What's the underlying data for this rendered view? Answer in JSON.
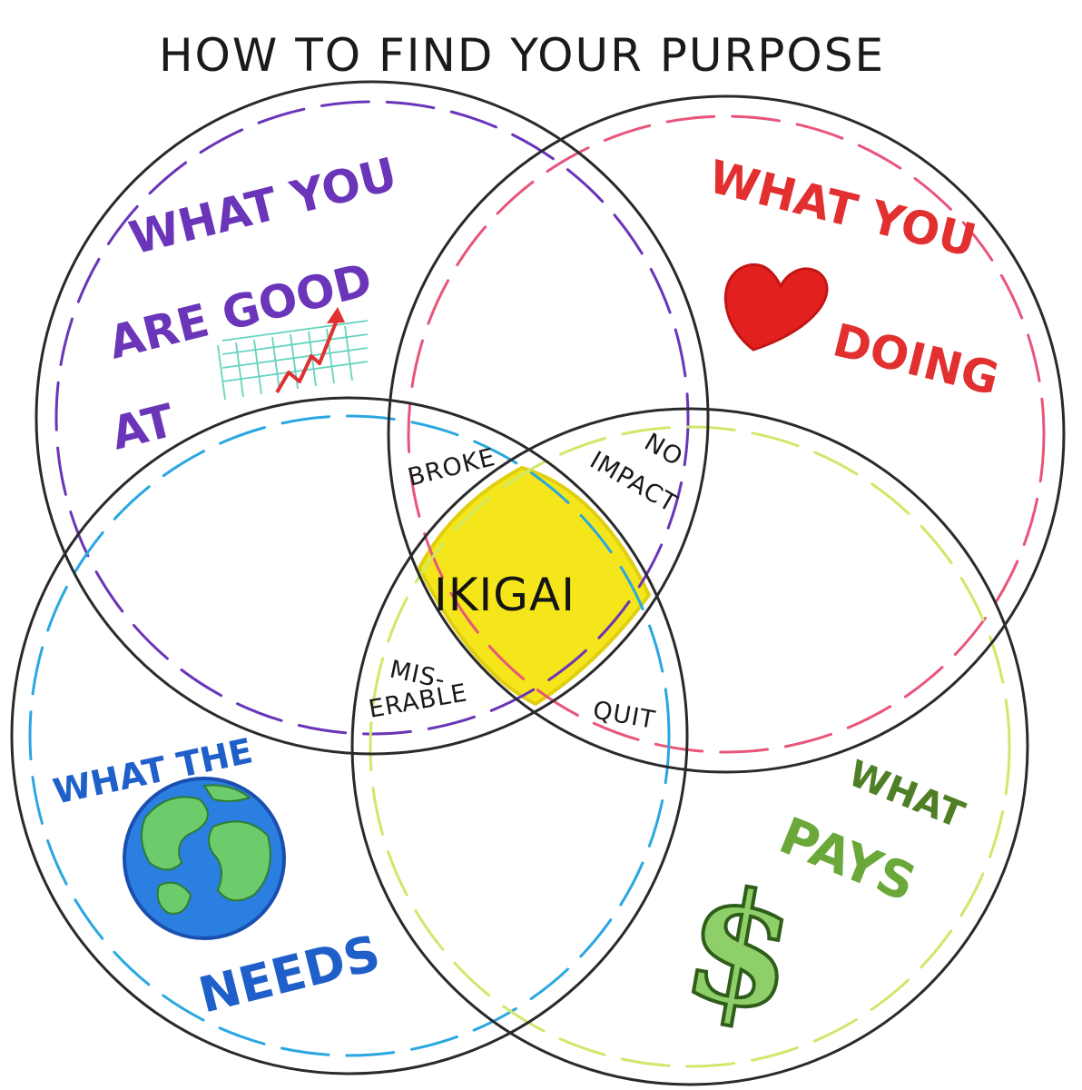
{
  "title": "HOW TO FIND YOUR PURPOSE",
  "circles": {
    "good_at": {
      "lines": [
        "WHAT YOU",
        "ARE GOOD",
        "AT"
      ],
      "color": "#6a35b8",
      "icon": "rising-chart-icon"
    },
    "love": {
      "lines": [
        "WHAT YOU",
        "DOING"
      ],
      "color": "#e23030",
      "icon": "heart-icon"
    },
    "world_needs": {
      "lines": [
        "WHAT THE",
        "NEEDS"
      ],
      "color": "#1f5fc9",
      "icon": "globe-icon"
    },
    "pays": {
      "lines": [
        "WHAT",
        "PAYS"
      ],
      "color": "#5a8a2e",
      "icon": "dollar-sign-icon"
    }
  },
  "intersections": {
    "broke": "BROKE",
    "no_impact": [
      "NO",
      "IMPACT"
    ],
    "miserable": [
      "MIS-",
      "ERABLE"
    ],
    "quit": "QUIT"
  },
  "center": {
    "label": "IKIGAI",
    "color": "#f4e61a"
  }
}
